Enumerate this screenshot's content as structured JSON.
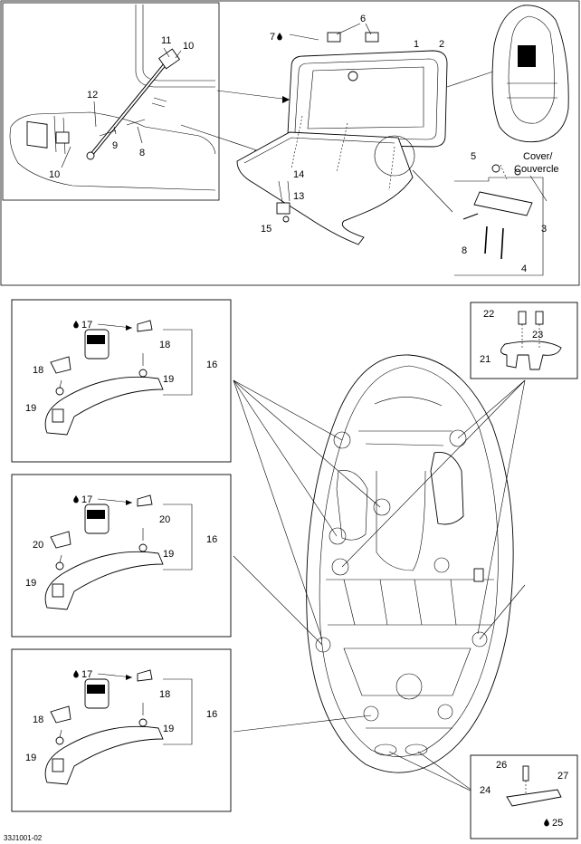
{
  "diagram_code": "33J1001-02",
  "cover_label_line1": "Cover/",
  "cover_label_line2": "Couvercle",
  "labels": {
    "p1": "1",
    "p2": "2",
    "p3": "3",
    "p4": "4",
    "p5": "5",
    "p6": "6",
    "p7": "7",
    "p8a": "8",
    "p8b": "8",
    "p9": "9",
    "p10a": "10",
    "p10b": "10",
    "p11": "11",
    "p12": "12",
    "p13": "13",
    "p14": "14",
    "p15": "15",
    "p16a": "16",
    "p16b": "16",
    "p16c": "16",
    "p17a": "17",
    "p17b": "17",
    "p17c": "17",
    "p18a": "18",
    "p18b": "18",
    "p18c": "18",
    "p18d": "18",
    "p19a": "19",
    "p19b": "19",
    "p19c": "19",
    "p19d": "19",
    "p19e": "19",
    "p19f": "19",
    "p20a": "20",
    "p20b": "20",
    "p21": "21",
    "p22": "22",
    "p23": "23",
    "p24": "24",
    "p25": "25",
    "p26": "26",
    "p27": "27"
  }
}
